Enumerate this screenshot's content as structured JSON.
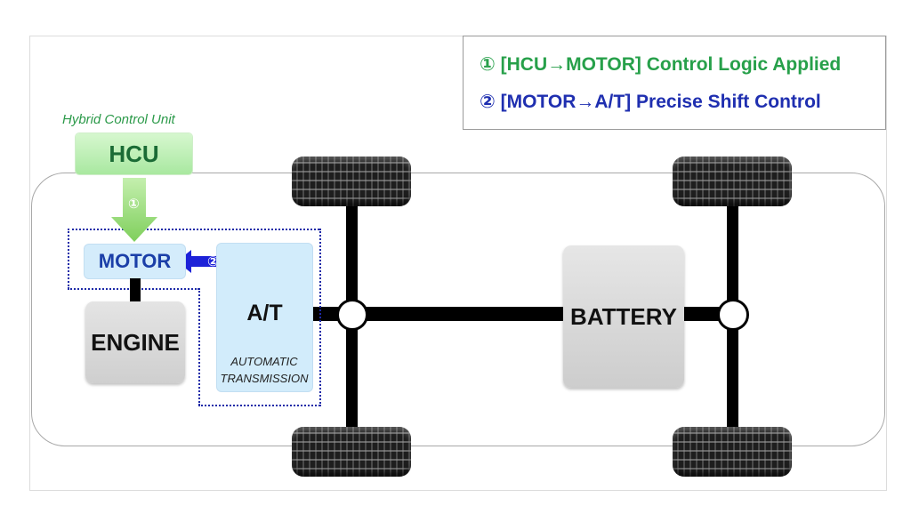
{
  "legend": {
    "item1": "① [HCU→MOTOR] Control Logic Applied",
    "item2": "② [MOTOR→A/T] Precise Shift Control",
    "item1_color": "#27a04a",
    "item2_color": "#1f2fb0"
  },
  "hcu": {
    "caption": "Hybrid Control Unit",
    "label": "HCU",
    "step_badge": "①"
  },
  "motor": {
    "label": "MOTOR",
    "step_badge": "②"
  },
  "engine": {
    "label": "ENGINE"
  },
  "transmission": {
    "label": "A/T",
    "caption_line1": "AUTOMATIC",
    "caption_line2": "TRANSMISSION"
  },
  "battery": {
    "label": "BATTERY"
  },
  "colors": {
    "hcu_green": "#a9e8a0",
    "arrow_green": "#8dd86a",
    "arrow_blue": "#1d22d8",
    "module_blue": "#d2ecfb",
    "dotted_outline": "#1e2aa8"
  }
}
